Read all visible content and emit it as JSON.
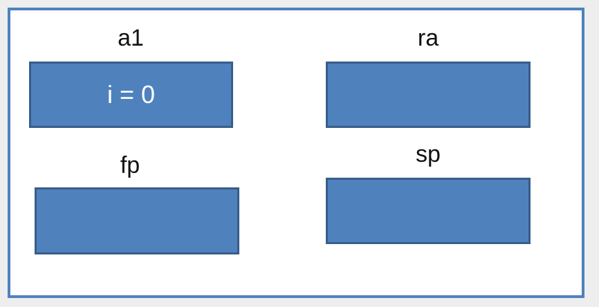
{
  "registers": {
    "a1": {
      "label": "a1",
      "value": "i = 0"
    },
    "ra": {
      "label": "ra",
      "value": ""
    },
    "fp": {
      "label": "fp",
      "value": ""
    },
    "sp": {
      "label": "sp",
      "value": ""
    }
  },
  "colors": {
    "box_fill": "#4f81bd",
    "box_border": "#385d8a",
    "frame_border": "#4f81bd"
  }
}
